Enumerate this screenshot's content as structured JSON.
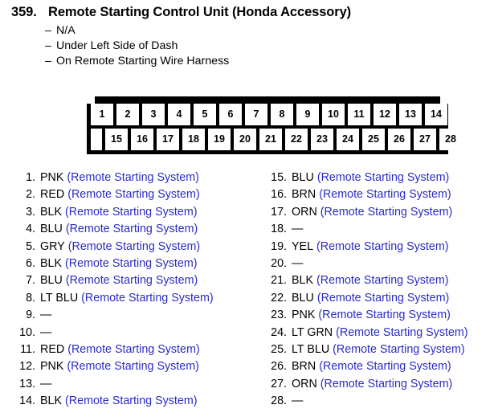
{
  "header": {
    "number": "359.",
    "title": "Remote Starting Control Unit (Honda Accessory)",
    "details": [
      {
        "dash": "–",
        "text": "N/A"
      },
      {
        "dash": "–",
        "text": "Under Left Side of Dash"
      },
      {
        "dash": "–",
        "text": "On Remote Starting Wire Harness"
      }
    ]
  },
  "connector": {
    "name": "28-pin-connector",
    "top_row": [
      "1",
      "2",
      "3",
      "4",
      "5",
      "6",
      "7",
      "8",
      "9",
      "10",
      "11",
      "12",
      "13",
      "14"
    ],
    "bottom_row": [
      "15",
      "16",
      "17",
      "18",
      "19",
      "20",
      "21",
      "22",
      "23",
      "24",
      "25",
      "26",
      "27",
      "28"
    ],
    "latch_label": "latch-tab"
  },
  "colors": {
    "system_label": "#2b2bc4",
    "body": "#000000",
    "cell": "#ffffff"
  },
  "system_label": "(Remote Starting System)",
  "empty_marker": "—",
  "pins_left": [
    {
      "num": "1.",
      "color": "PNK",
      "system": "(Remote Starting System)"
    },
    {
      "num": "2.",
      "color": "RED",
      "system": "(Remote Starting System)"
    },
    {
      "num": "3.",
      "color": "BLK",
      "system": "(Remote Starting System)"
    },
    {
      "num": "4.",
      "color": "BLU",
      "system": "(Remote Starting System)"
    },
    {
      "num": "5.",
      "color": "GRY",
      "system": "(Remote Starting System)"
    },
    {
      "num": "6.",
      "color": "BLK",
      "system": "(Remote Starting System)"
    },
    {
      "num": "7.",
      "color": "BLU",
      "system": "(Remote Starting System)"
    },
    {
      "num": "8.",
      "color": "LT BLU",
      "system": "(Remote Starting System)"
    },
    {
      "num": "9.",
      "color": "—",
      "system": ""
    },
    {
      "num": "10.",
      "color": "—",
      "system": ""
    },
    {
      "num": "11.",
      "color": "RED",
      "system": "(Remote Starting System)"
    },
    {
      "num": "12.",
      "color": "PNK",
      "system": "(Remote Starting System)"
    },
    {
      "num": "13.",
      "color": "—",
      "system": ""
    },
    {
      "num": "14.",
      "color": "BLK",
      "system": "(Remote Starting System)"
    }
  ],
  "pins_right": [
    {
      "num": "15.",
      "color": "BLU",
      "system": "(Remote Starting System)"
    },
    {
      "num": "16.",
      "color": "BRN",
      "system": "(Remote Starting System)"
    },
    {
      "num": "17.",
      "color": "ORN",
      "system": "(Remote Starting System)"
    },
    {
      "num": "18.",
      "color": "—",
      "system": ""
    },
    {
      "num": "19.",
      "color": "YEL",
      "system": "(Remote Starting System)"
    },
    {
      "num": "20.",
      "color": "—",
      "system": ""
    },
    {
      "num": "21.",
      "color": "BLK",
      "system": "(Remote Starting System)"
    },
    {
      "num": "22.",
      "color": "BLU",
      "system": "(Remote Starting System)"
    },
    {
      "num": "23.",
      "color": "PNK",
      "system": "(Remote Starting System)"
    },
    {
      "num": "24.",
      "color": "LT GRN",
      "system": "(Remote Starting System)"
    },
    {
      "num": "25.",
      "color": "LT BLU",
      "system": "(Remote Starting System)"
    },
    {
      "num": "26.",
      "color": "BRN",
      "system": "(Remote Starting System)"
    },
    {
      "num": "27.",
      "color": "ORN",
      "system": "(Remote Starting System)"
    },
    {
      "num": "28.",
      "color": "—",
      "system": ""
    }
  ]
}
